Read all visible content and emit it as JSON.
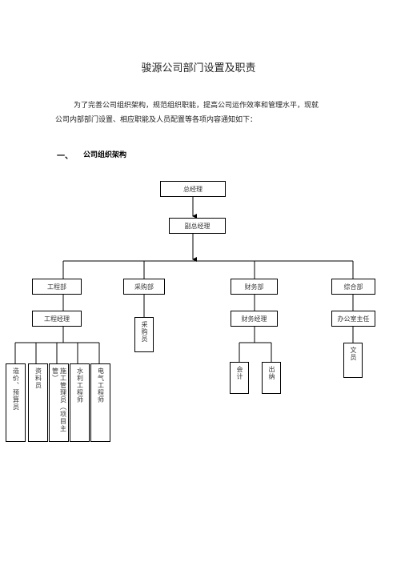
{
  "document": {
    "title": "骏源公司部门设置及职责",
    "intro_line1": "为了完善公司组织架构，规范组织职能，提高公司运作效率和管理水平，现就",
    "intro_line2": "公司内部部门设置、相应职能及人员配置等各项内容通知如下：",
    "section_number": "一、",
    "section_title": "公司组织架构"
  },
  "org_chart": {
    "general_manager": "总经理",
    "deputy_general_manager": "副总经理",
    "departments": [
      "工程部",
      "采购部",
      "财务部",
      "综合部"
    ],
    "managers": [
      "工程经理",
      "财务经理",
      "办公室主任"
    ],
    "purchaser": "采购员",
    "engineering_staff": [
      "造价、预算员",
      "资料员",
      "施工管理员（项目主管）",
      "水利工程师",
      "电气工程师"
    ],
    "finance_staff": [
      "会计",
      "出纳"
    ],
    "office_staff": [
      "文员"
    ]
  }
}
